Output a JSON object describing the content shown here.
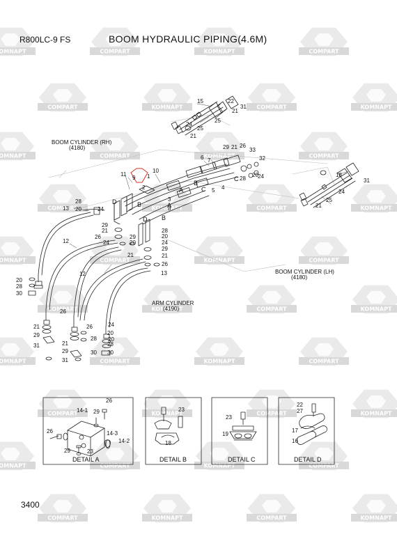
{
  "header": {
    "model": "R800LC-9 FS",
    "title": "BOOM HYDRAULIC PIPING(4.6M)"
  },
  "footer": {
    "page_number": "3400"
  },
  "watermark": {
    "text_a": "KOMNAPT",
    "text_b": "COMPART",
    "color": "#d9d9d9"
  },
  "colors": {
    "line": "#222222",
    "highlight": "#d9302a",
    "background": "#ffffff"
  },
  "assembly_labels": {
    "boom_cyl_rh": "BOOM CYLINDER (RH)",
    "boom_cyl_rh_code": "(4180)",
    "boom_cyl_lh": "BOOM CYLINDER (LH)",
    "boom_cyl_lh_code": "(4180)",
    "arm_cyl": "ARM CYLINDER",
    "arm_cyl_code": "(4190)"
  },
  "details": {
    "a": {
      "title": "DETAIL  A"
    },
    "b": {
      "title": "DETAIL  B"
    },
    "c": {
      "title": "DETAIL  C"
    },
    "d": {
      "title": "DETAIL  D"
    }
  },
  "callouts": {
    "top_right": [
      "15",
      "22",
      "21",
      "31",
      "24",
      "25",
      "25",
      "21"
    ],
    "right_block": [
      "18",
      "31",
      "24",
      "25",
      "21"
    ],
    "valve_top": [
      "6",
      "7",
      "5",
      "4",
      "29",
      "21",
      "26",
      "33",
      "32",
      "20",
      "24",
      "28"
    ],
    "valve_letters": [
      "C",
      "B",
      "C",
      "A",
      "D",
      "B",
      "A",
      "B",
      "D"
    ],
    "center": [
      "11",
      "10",
      "9",
      "8",
      "3",
      "1",
      "2"
    ],
    "left": [
      "13",
      "28",
      "20",
      "24",
      "29",
      "21",
      "26",
      "29",
      "20",
      "24"
    ],
    "left_hoses": [
      "12",
      "12",
      "20",
      "28",
      "30",
      "26",
      "21",
      "29",
      "31",
      "21",
      "29",
      "20",
      "28",
      "30",
      "31",
      "26",
      "24",
      "20",
      "28",
      "30"
    ],
    "center_lower": [
      "28",
      "20",
      "24",
      "29",
      "21",
      "21",
      "26",
      "13"
    ],
    "detail_a": [
      "14-1",
      "26",
      "29",
      "14-3",
      "26",
      "29",
      "23",
      "14-2"
    ],
    "detail_b": [
      "23",
      "18"
    ],
    "detail_c": [
      "23",
      "19"
    ],
    "detail_d": [
      "22",
      "27",
      "17",
      "16"
    ]
  }
}
